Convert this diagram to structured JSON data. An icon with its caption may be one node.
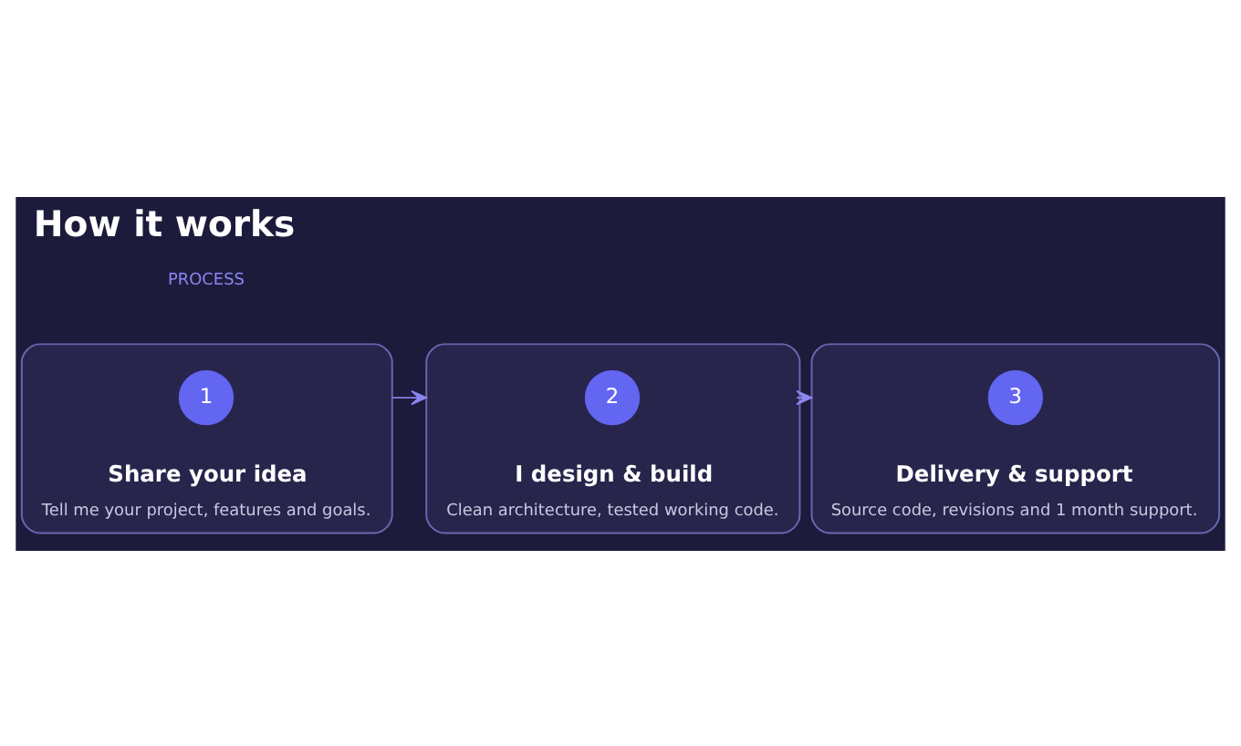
{
  "diagram": {
    "title": "How it works",
    "nodes": [
      {
        "text": [
          "Share your idea",
          "Tell me your project, features and goals."
        ]
      },
      {
        "text": [
          "1"
        ],
        "in": 0
      },
      {
        "text": [
          "I design & build",
          "Clean architecture, tested working code."
        ]
      },
      {
        "text": [
          "2"
        ],
        "in": 2
      },
      {
        "text": [
          "Delivery & support",
          "Source code, revisions and 1 month support."
        ]
      },
      {
        "text": [
          "3"
        ],
        "in": 4
      }
    ],
    "edges": [
      {
        "from": 0,
        "to": 2,
        "arrow": "to"
      },
      {
        "from": 2,
        "to": 4,
        "arrow": "to"
      }
    ],
    "labels": [
      "PROCESS"
    ]
  }
}
